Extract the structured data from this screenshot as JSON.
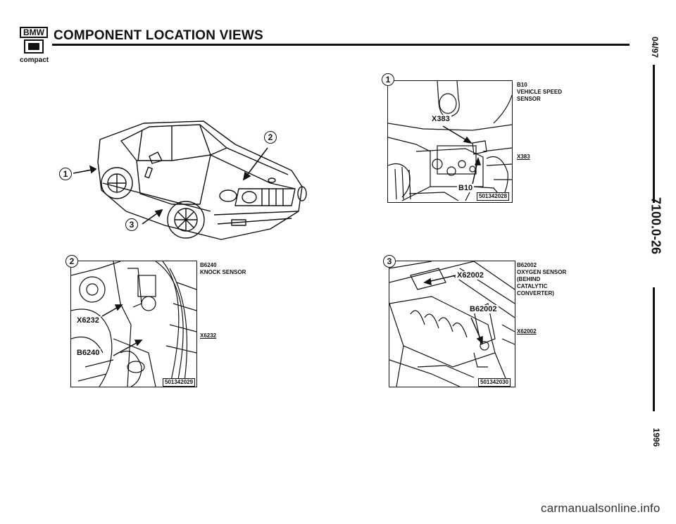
{
  "header": {
    "logo_text": "BMW",
    "title": "COMPONENT LOCATION VIEWS",
    "subtitle": "compact"
  },
  "side": {
    "date": "04/97",
    "doc_number": "7100.0-26",
    "year": "1996"
  },
  "overview": {
    "callouts": [
      "1",
      "2",
      "3"
    ]
  },
  "views": [
    {
      "number": "1",
      "photo_labels": [
        "X383",
        "B10"
      ],
      "part_number": "501342028",
      "description": [
        "B10",
        "VEHICLE SPEED",
        "SENSOR"
      ],
      "reference": "X383"
    },
    {
      "number": "2",
      "photo_labels": [
        "X6232",
        "B6240"
      ],
      "part_number": "501342029",
      "description": [
        "B6240",
        "KNOCK SENSOR"
      ],
      "reference": "X6232"
    },
    {
      "number": "3",
      "photo_labels": [
        "X62002",
        "B62002"
      ],
      "part_number": "501342030",
      "description": [
        "B62002",
        "OXYGEN SENSOR",
        "(BEHIND",
        "CATALYTIC",
        "CONVERTER)"
      ],
      "reference": "X62002"
    }
  ],
  "footer": {
    "watermark": "carmanualsonline.info"
  },
  "icons": [
    "bmw-logo-icon",
    "series-3-icon",
    "car-illustration-icon",
    "arrow-icon"
  ],
  "colors": {
    "ink": "#111111",
    "paper": "#ffffff"
  }
}
